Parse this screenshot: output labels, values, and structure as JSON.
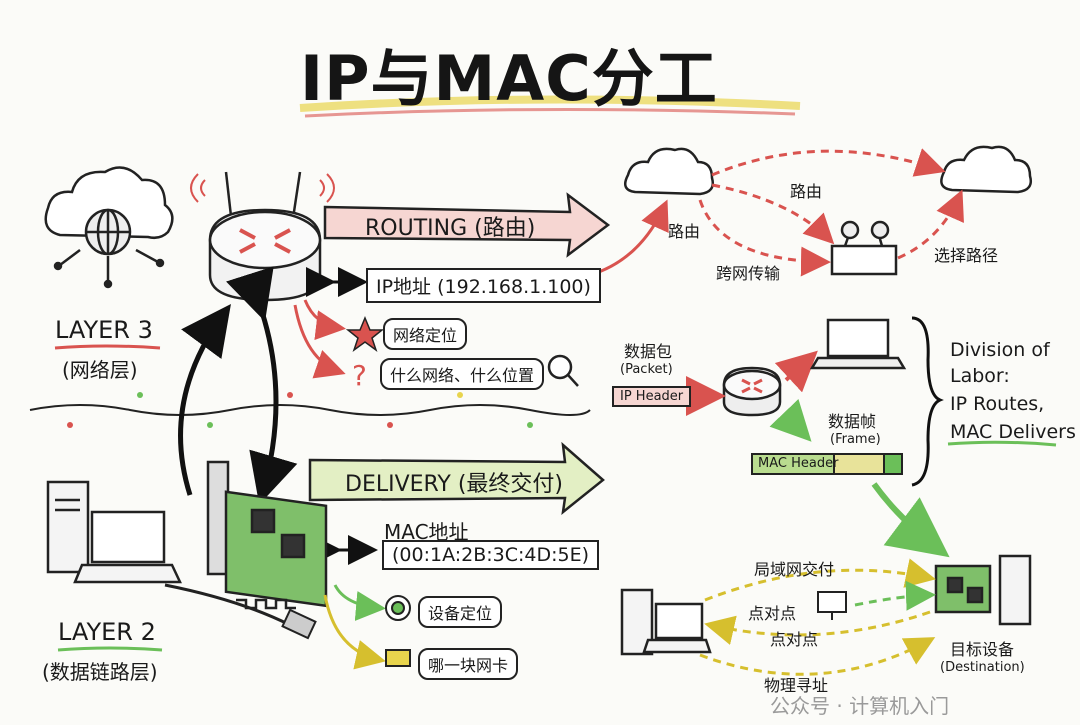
{
  "title": "IP与MAC分工",
  "layer3": {
    "name": "LAYER 3",
    "sub": "(网络层)"
  },
  "layer2": {
    "name": "LAYER 2",
    "sub": "(数据链路层)"
  },
  "routing": {
    "label": "ROUTING (路由)",
    "ip_address": "IP地址 (192.168.1.100)",
    "items": [
      "网络定位",
      "什么网络、什么位置"
    ]
  },
  "delivery": {
    "label": "DELIVERY (最终交付)",
    "mac_label": "MAC地址",
    "mac_value": "(00:1A:2B:3C:4D:5E)",
    "items": [
      "设备定位",
      "哪一块网卡"
    ]
  },
  "network": {
    "routing": "路由",
    "routing2": "路由",
    "cross": "跨网传输",
    "path": "选择路径"
  },
  "packet": {
    "label": "数据包",
    "label_en": "(Packet)",
    "ip_header": "IP Header",
    "frame_label": "数据帧",
    "frame_en": "(Frame)",
    "mac_header": "MAC Header"
  },
  "division": [
    "Division of",
    "Labor:",
    "IP Routes,",
    "MAC Delivers"
  ],
  "lan": {
    "delivery": "局域网交付",
    "p2p1": "点对点",
    "p2p2": "点对点",
    "physical": "物理寻址",
    "target": "目标设备",
    "target_en": "(Destination)"
  },
  "watermark": "公众号 · 计算机入门",
  "colors": {
    "red": "#d9534f",
    "green": "#6bbf59",
    "yellow": "#e8d44d"
  }
}
